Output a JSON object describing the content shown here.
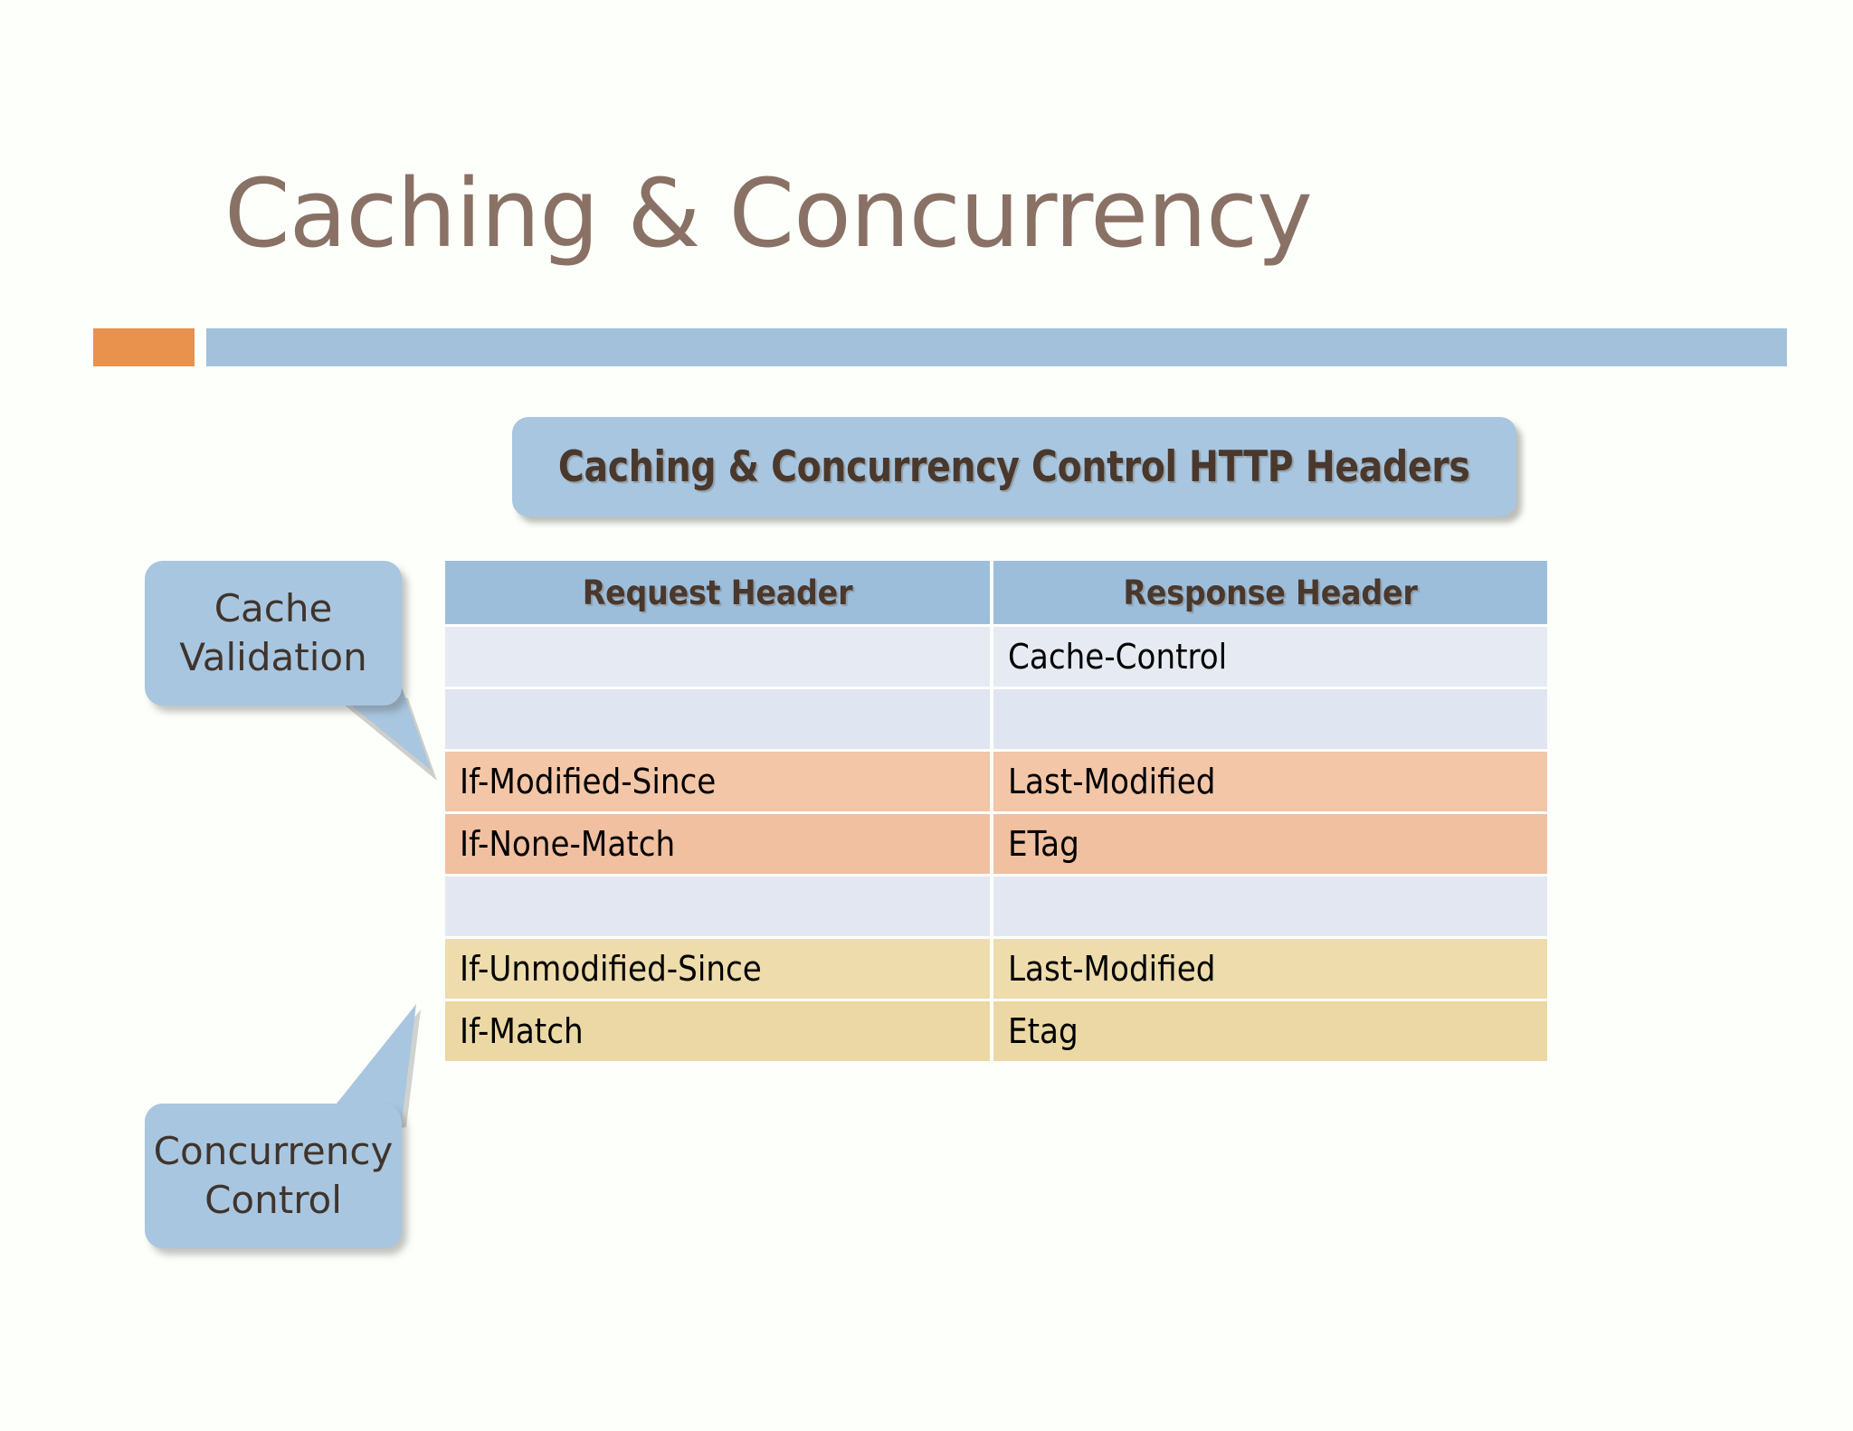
{
  "slide": {
    "title": "Caching & Concurrency",
    "background_color": "#fdfffb",
    "title_color": "#8a7165",
    "accent_color": "#e8924e",
    "rule_color": "#a3c1da"
  },
  "box_title": {
    "text": "Caching & Concurrency Control HTTP Headers",
    "fill_color": "#a8c6e0",
    "text_color": "#4a382c"
  },
  "table": {
    "header_fill": "#9dbedb",
    "columns": [
      "Request Header",
      "Response Header"
    ],
    "rows": [
      {
        "request": "",
        "response": "Cache-Control",
        "style": "row-pale-a"
      },
      {
        "request": "",
        "response": "",
        "style": "row-pale-b"
      },
      {
        "request": "If-Modified-Since",
        "response": "Last-Modified",
        "style": "row-peach"
      },
      {
        "request": "If-None-Match",
        "response": "ETag",
        "style": "row-peach2"
      },
      {
        "request": "",
        "response": "",
        "style": "row-pale-c"
      },
      {
        "request": "If-Unmodified-Since",
        "response": "Last-Modified",
        "style": "row-sand"
      },
      {
        "request": "If-Match",
        "response": "Etag",
        "style": "row-sand2"
      }
    ]
  },
  "callouts": [
    {
      "line1": "Cache",
      "line2": "Validation",
      "fill_color": "#a8c6e0"
    },
    {
      "line1": "Concurrency",
      "line2": "Control",
      "fill_color": "#a8c6e0"
    }
  ]
}
